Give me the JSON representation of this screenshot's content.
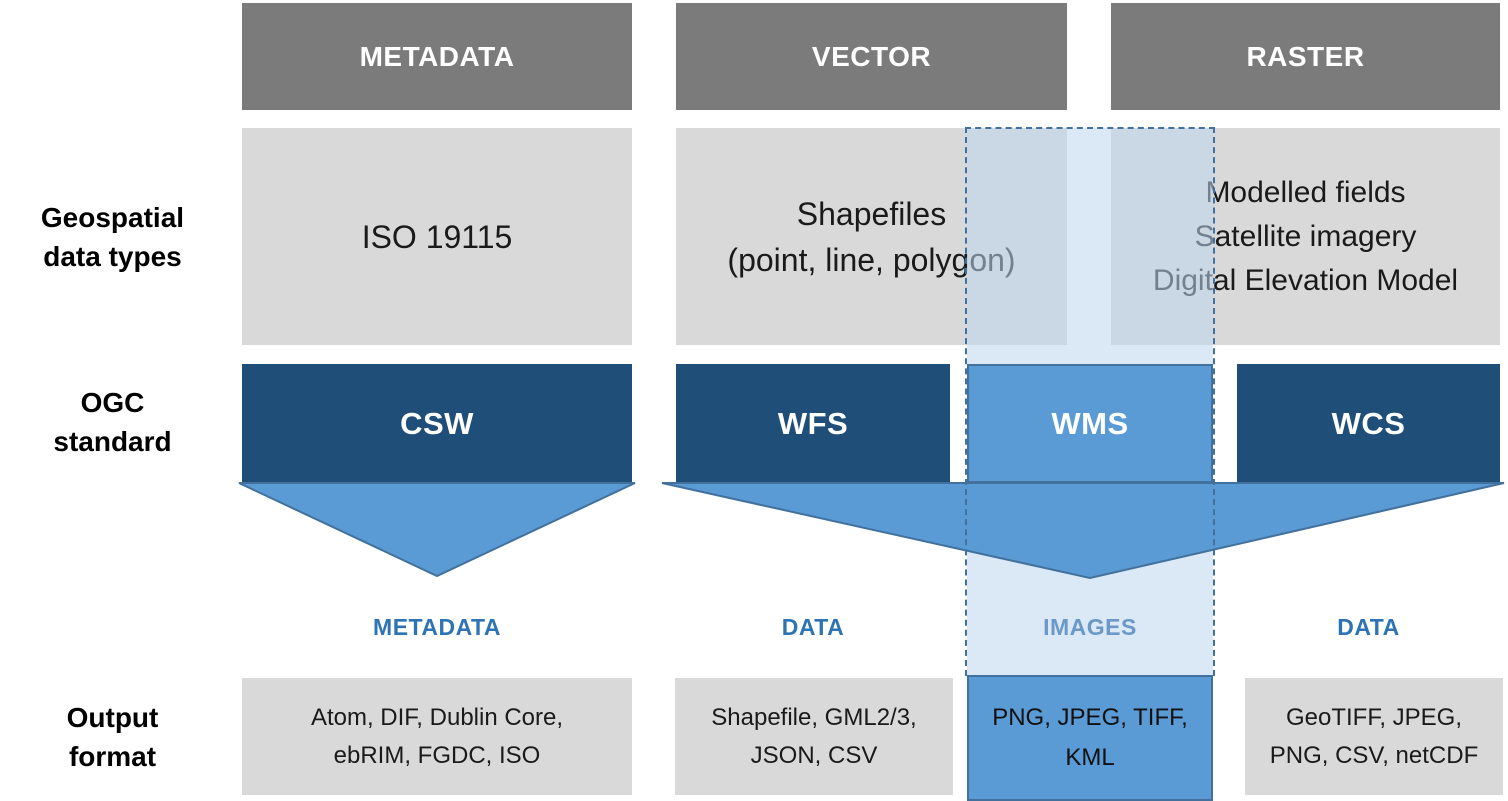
{
  "row_labels": {
    "data_types_line1": "Geospatial",
    "data_types_line2": "data types",
    "ogc_line1": "OGC",
    "ogc_line2": "standard",
    "output_line1": "Output",
    "output_line2": "format"
  },
  "metadata_col": {
    "header": "METADATA",
    "data_type": "ISO 19115",
    "standard": "CSW",
    "result_label": "METADATA",
    "format_line1": "Atom, DIF, Dublin Core,",
    "format_line2": "ebRIM, FGDC, ISO"
  },
  "vector_col": {
    "header": "VECTOR",
    "data_type_line1": "Shapefiles",
    "data_type_line2": "(point, line, polygon)",
    "standard": "WFS",
    "result_label": "DATA",
    "format_line1": "Shapefile, GML2/3,",
    "format_line2": "JSON, CSV"
  },
  "wms_col": {
    "standard": "WMS",
    "result_label": "IMAGES",
    "format_line1": "PNG, JPEG, TIFF,",
    "format_line2": "KML"
  },
  "raster_col": {
    "header": "RASTER",
    "data_type_line1": "Modelled fields",
    "data_type_line2": "Satellite imagery",
    "data_type_line3": "Digital Elevation Model",
    "standard": "WCS",
    "result_label": "DATA",
    "format_line1": "GeoTIFF, JPEG,",
    "format_line2": "PNG, CSV, netCDF"
  },
  "colors": {
    "header_gray": "#7b7b7b",
    "box_light_gray": "#d9d9d9",
    "standard_dark_blue": "#1f4e79",
    "wms_medium_blue": "#5b9bd5",
    "shape_border_blue": "#41719c",
    "result_label_blue": "#2e74b5",
    "highlight_fill": "#bdd7ee"
  }
}
